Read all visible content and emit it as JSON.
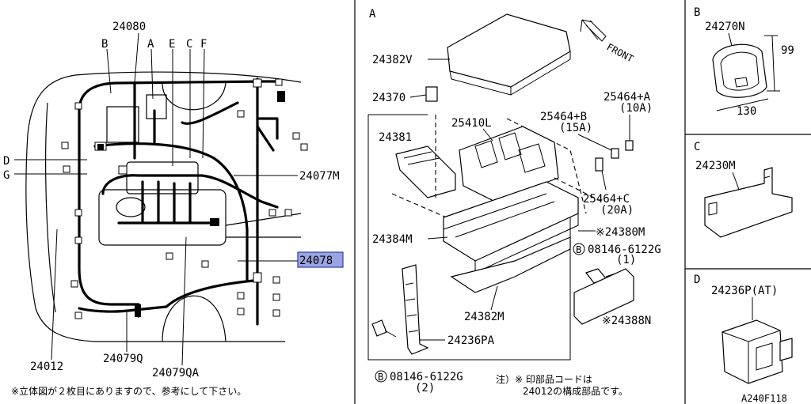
{
  "main_view": {
    "labels": {
      "harness_main": "24080",
      "point_b": "B",
      "point_a": "A",
      "point_e": "E",
      "point_c": "C",
      "point_f": "F",
      "point_d": "D",
      "point_g": "G",
      "harness_24077m": "24077M",
      "harness_24078": "24078",
      "harness_24012": "24012",
      "harness_24079q": "24079Q",
      "harness_24079qa": "24079QA"
    },
    "footnote": "※立体図が２枚目にありますので、参考にして下さい。"
  },
  "detail_a": {
    "section_letter": "A",
    "front_label": "FRONT",
    "parts": {
      "cover": "24382V",
      "clip_24370": "24370",
      "fuse_block": "25410L",
      "relay_box": "24381",
      "fuse_b_code": "25464+B",
      "fuse_b_rating": "(15A)",
      "fuse_a_code": "25464+A",
      "fuse_a_rating": "(10A)",
      "fuse_c_code": "25464+C",
      "fuse_c_rating": "(20A)",
      "bracket_24384m": "24384M",
      "bracket_24380m": "※24380M",
      "bolt_ref": "B",
      "bolt_upper_code": "08146-6122G",
      "bolt_upper_qty": "(1)",
      "bracket_24382m": "24382M",
      "bracket_24388n": "※24388N",
      "bracket_24236pa": "24236PA",
      "bolt_lower_code": "08146-6122G",
      "bolt_lower_qty": "(2)"
    },
    "note_line1": "注）※ 印部品コードは",
    "note_line2": "24012の構成部品です。"
  },
  "detail_b": {
    "section_letter": "B",
    "part": "24270N",
    "dim_height": "99",
    "dim_width": "130"
  },
  "detail_c": {
    "section_letter": "C",
    "part": "24230M"
  },
  "detail_d": {
    "section_letter": "D",
    "part": "24236P(AT)"
  },
  "diagram_id": "A240F118",
  "colors": {
    "highlight": "#9aa4e0",
    "line": "#000000"
  }
}
